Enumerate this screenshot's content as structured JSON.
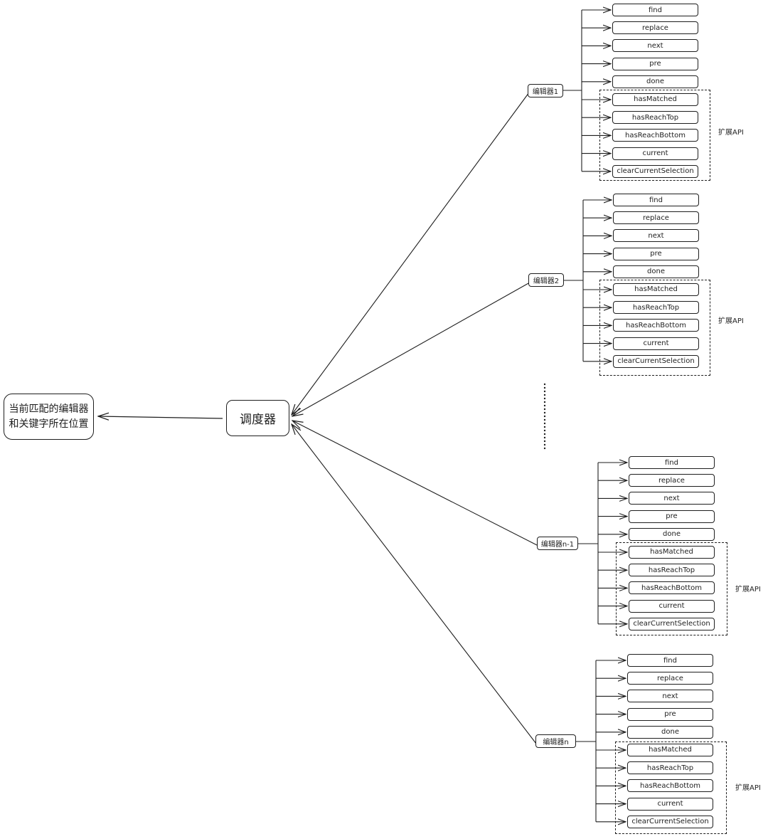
{
  "result_box": {
    "line1": "当前匹配的编辑器",
    "line2": "和关键字所在位置"
  },
  "scheduler": {
    "label": "调度器"
  },
  "editors": [
    {
      "label": "编辑器1",
      "apis": [
        "find",
        "replace",
        "next",
        "pre",
        "done",
        "hasMatched",
        "hasReachTop",
        "hasReachBottom",
        "current",
        "clearCurrentSelection"
      ],
      "extension_label": "扩展API"
    },
    {
      "label": "编辑器2",
      "apis": [
        "find",
        "replace",
        "next",
        "pre",
        "done",
        "hasMatched",
        "hasReachTop",
        "hasReachBottom",
        "current",
        "clearCurrentSelection"
      ],
      "extension_label": "扩展API"
    },
    {
      "label": "编辑器n-1",
      "apis": [
        "find",
        "replace",
        "next",
        "pre",
        "done",
        "hasMatched",
        "hasReachTop",
        "hasReachBottom",
        "current",
        "clearCurrentSelection"
      ],
      "extension_label": "扩展API"
    },
    {
      "label": "编辑器n",
      "apis": [
        "find",
        "replace",
        "next",
        "pre",
        "done",
        "hasMatched",
        "hasReachTop",
        "hasReachBottom",
        "current",
        "clearCurrentSelection"
      ],
      "extension_label": "扩展API"
    }
  ],
  "colors": {
    "stroke": "#1e1e1e",
    "background": "#ffffff"
  }
}
